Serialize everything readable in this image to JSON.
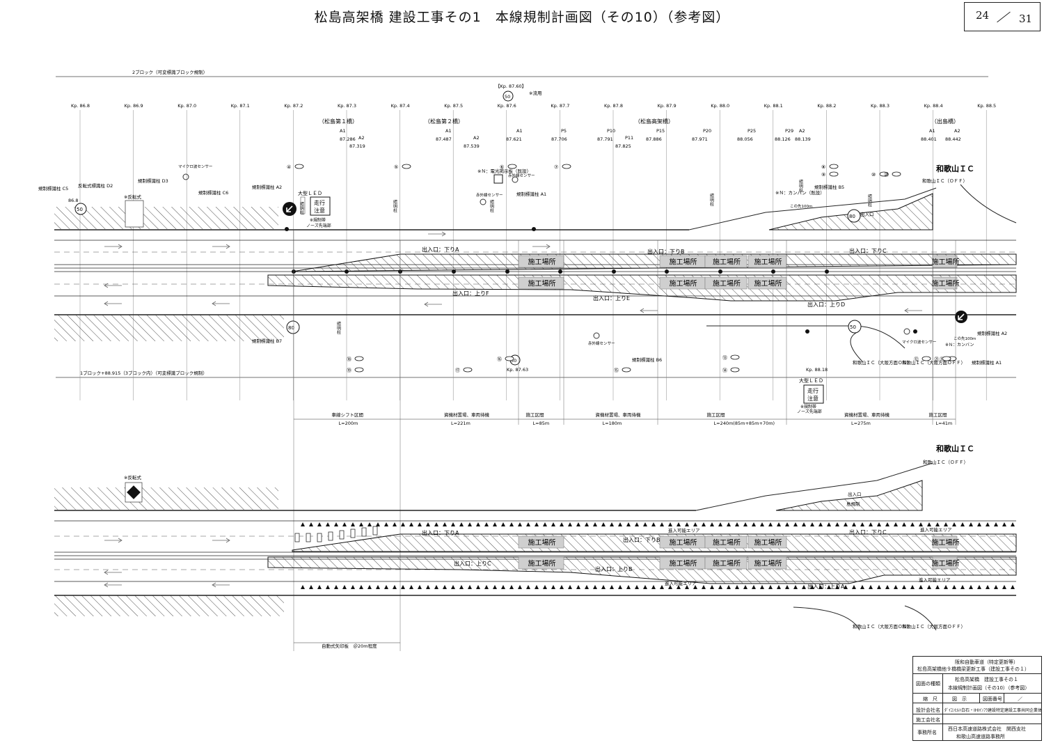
{
  "title": "松島高架橋 建設工事その1　本線規制計画図（その10）（参考図）",
  "page": {
    "current": "24",
    "total": "31"
  },
  "top_labels": {
    "block2": "2ブロック（可変標識ブロック規制）",
    "block1": "1ブロック+88.915（3ブロック内）（可変標識ブロック規制）",
    "kp_top_box": "【Kp. 87.60】",
    "kp_top_note": "※流用"
  },
  "kp_markers": [
    "Kp. 86.8",
    "Kp. 86.9",
    "Kp. 87.0",
    "Kp. 87.1",
    "Kp. 87.2",
    "Kp. 87.3",
    "Kp. 87.4",
    "Kp. 87.5",
    "Kp. 87.6",
    "Kp. 87.7",
    "Kp. 87.8",
    "Kp. 87.9",
    "Kp. 88.0",
    "Kp. 88.1",
    "Kp. 88.2",
    "Kp. 88.3",
    "Kp. 88.4",
    "Kp. 88.5"
  ],
  "bridges": [
    "（松島第１橋）",
    "（松島第２橋）",
    "（松島高架橋）",
    "（出島橋）"
  ],
  "piers": [
    {
      "name": "A1",
      "kp": "87.286"
    },
    {
      "name": "A2",
      "kp": "87.319"
    },
    {
      "name": "A1",
      "kp": "87.487"
    },
    {
      "name": "A2",
      "kp": "87.539"
    },
    {
      "name": "A1",
      "kp": "87.621"
    },
    {
      "name": "P5",
      "kp": "87.706"
    },
    {
      "name": "P10",
      "kp": "87.791"
    },
    {
      "name": "P11",
      "kp": "87.825"
    },
    {
      "name": "P15",
      "kp": "87.886"
    },
    {
      "name": "P20",
      "kp": "87.971"
    },
    {
      "name": "P25",
      "kp": "88.056"
    },
    {
      "name": "P29",
      "kp": "88.126"
    },
    {
      "name": "A2",
      "kp": "88.139"
    },
    {
      "name": "A1",
      "kp": "88.401"
    },
    {
      "name": "A2",
      "kp": "88.442"
    }
  ],
  "interchange": "和歌山ＩＣ",
  "work_zone": "施工場所",
  "upper_plan": {
    "lanes": [
      "出入口：下りA",
      "出入口：下りB",
      "出入口：下りC",
      "出入口：上りF",
      "出入口：上りE",
      "出入口：上りD"
    ],
    "signs_left": [
      "規制標識柱 C5",
      "反転式標識柱 D2",
      "※反転式",
      "規制標識柱 D3",
      "規制標識柱 C6",
      "規制標識柱 A2",
      "規制標識柱 A1",
      "規制標識柱 B5",
      "規制標識柱 B7",
      "規制標識柱 B6",
      "規制標識柱 A2",
      "規制標識柱 A1"
    ],
    "led_sign": {
      "label": "大型ＬＥＤ",
      "line1": "走行",
      "line2": "注意",
      "note1": "※規制帯",
      "note2": "ノーズ先端部"
    },
    "speed": [
      "50",
      "80",
      "80",
      "50",
      "50"
    ],
    "kp_86_8": "86.8",
    "kp_87_63": "Kp. 87.63",
    "kp_88_18": "Kp. 88.18",
    "n_sign1": "※Ｎ：電光掲示板（既設）",
    "n_sign2": "※Ｎ：カンバン（既設）",
    "n_sign3": "※Ｎ：カンバン",
    "ic_off": "和歌山ＩＣ（ＯＦＦ）",
    "ic_on": "和歌山ＩＣ（大阪方面ＯＮ）",
    "ic_off2": "和歌山ＩＣ（大阪方面ＯＦＦ）",
    "ramp": "出入口",
    "lights": [
      "照明柱",
      "照明柱",
      "照明柱",
      "照明柱",
      "照明柱",
      "照明柱",
      "照明柱"
    ],
    "sensors": [
      "マイクロ波センサー",
      "赤外線センサー",
      "赤外線センサー",
      "赤外線センサー",
      "マイクロ波センサー"
    ],
    "circled": [
      "④",
      "⑤",
      "⑥",
      "⑦",
      "⑧",
      "⑨",
      "⑩",
      "⑪",
      "⑫",
      "⑬",
      "⑭",
      "⑮",
      "⑯",
      "⑰",
      "⑱",
      "⑲",
      "⑳",
      "㉑"
    ],
    "sign_note": "この先100m"
  },
  "sections": [
    {
      "name": "車線シフト区間",
      "len": "L=200m"
    },
    {
      "name": "資機材置場、車両待機",
      "len": "L=221m"
    },
    {
      "name": "施工区間",
      "len": "L=85m"
    },
    {
      "name": "資機材置場、車両待機",
      "len": "L=180m"
    },
    {
      "name": "施工区間",
      "len": "L=240m(85m+85m+70m)"
    },
    {
      "name": "資機材置場、車両待機",
      "len": "L=275m"
    },
    {
      "name": "施工区間",
      "len": "L=41m"
    }
  ],
  "lower_plan": {
    "reverse": "※反転式",
    "lanes": [
      "出入口：下りA",
      "出入口：下りB",
      "出入口：下りC",
      "出入口：上りC",
      "出入口：上りB",
      "出入口：上りA"
    ],
    "enter_area": "進入可能エリア",
    "island": "島規制",
    "ramp": "出入口",
    "ic_off": "和歌山ＩＣ（ＯＦＦ）",
    "ic_on": "和歌山ＩＣ（大阪方面ＯＮ）",
    "ic_off2": "和歌山ＩＣ（大阪方面ＯＦＦ）",
    "arrow_board": "自動式矢印板　＠20m程度"
  },
  "title_block": {
    "line1": "阪和自動車道（特定更新等）",
    "line2": "松島高架橋他９橋橋梁更新工事（建設工事その１）",
    "kind_label": "図面の種類",
    "kind1": "松島高架橋　建設工事その１",
    "kind2": "本線規制計画図（その10）（参考図）",
    "scale_label": "縮　尺",
    "scale_val": "図　示",
    "drawno_label": "図面番号",
    "drawno_val": "／",
    "designer_label": "設計会社名",
    "designer": "ﾀﾞｲﾕﾝﾋﾙﾄ白石・IHIｲﾝﾌﾗ建設特定建設工事共同企業体",
    "builder_label": "施工会社名",
    "builder": "",
    "office_label": "事務所名",
    "office1": "西日本高速道路株式会社　関西支社",
    "office2": "和歌山高速道路事務所"
  }
}
